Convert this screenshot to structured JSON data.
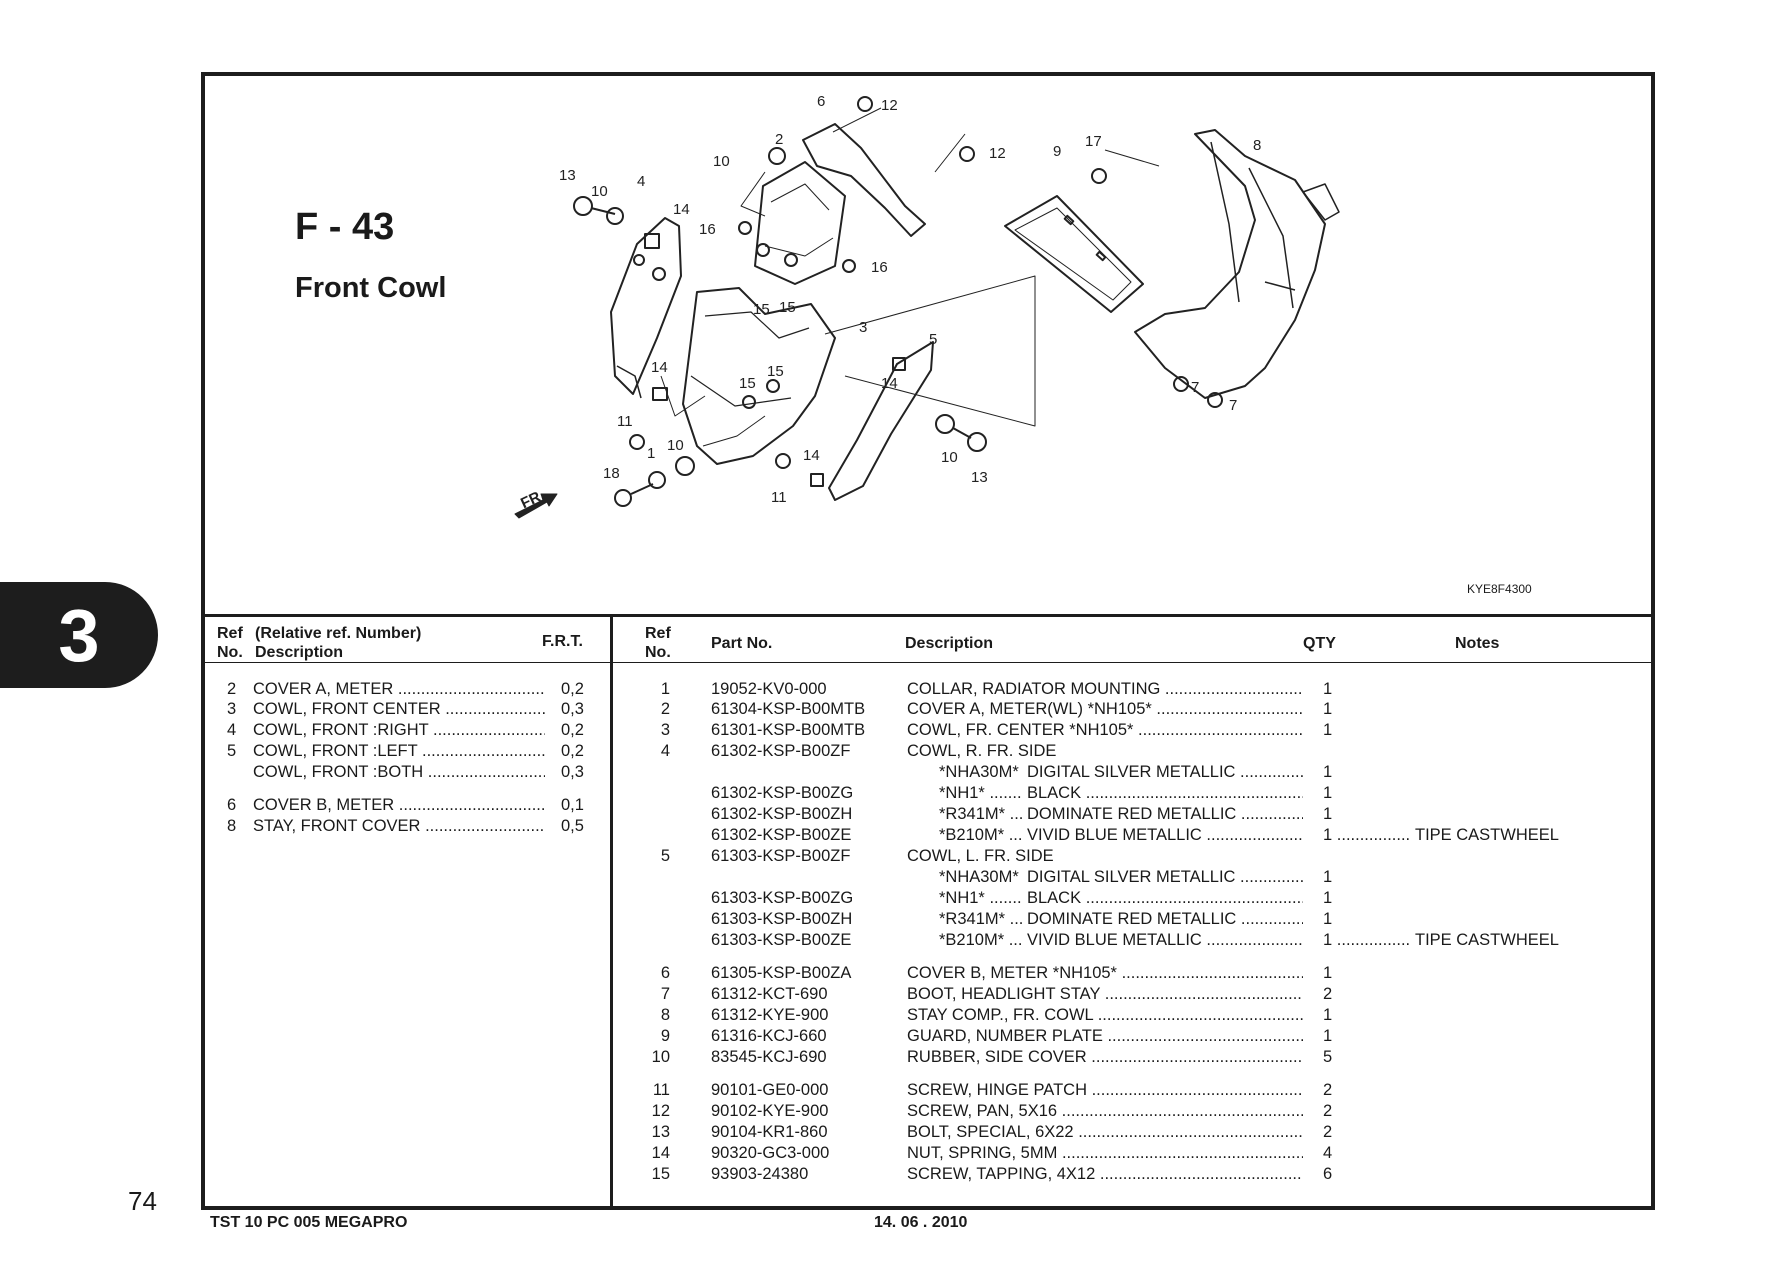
{
  "section_tab": "3",
  "page_number": "74",
  "figure": {
    "code": "F - 43",
    "title": "Front Cowl",
    "diagram_ref": "KYE8F4300",
    "front_arrow_label": "FR.",
    "callouts": [
      "6",
      "12",
      "2",
      "10",
      "12",
      "9",
      "17",
      "8",
      "13",
      "10",
      "4",
      "14",
      "16",
      "16",
      "15",
      "15",
      "3",
      "5",
      "14",
      "14",
      "15",
      "15",
      "7",
      "7",
      "11",
      "10",
      "1",
      "18",
      "14",
      "11",
      "10",
      "13"
    ]
  },
  "left_table": {
    "header": {
      "ref_line1": "Ref",
      "ref_line2": "No.",
      "desc_line1": "(Relative ref. Number)",
      "desc_line2": "Description",
      "frt": "F.R.T."
    },
    "rows": [
      {
        "ref": "2",
        "description": "COVER A, METER",
        "frt": "0,2"
      },
      {
        "ref": "3",
        "description": "COWL, FRONT CENTER",
        "frt": "0,3"
      },
      {
        "ref": "4",
        "description": "COWL, FRONT :RIGHT",
        "frt": "0,2"
      },
      {
        "ref": "5",
        "description": "COWL, FRONT :LEFT",
        "frt": "0,2"
      },
      {
        "ref": "",
        "description": "COWL, FRONT :BOTH",
        "frt": "0,3"
      },
      {
        "ref": "6",
        "description": "COVER B, METER",
        "frt": "0,1"
      },
      {
        "ref": "8",
        "description": "STAY, FRONT COVER",
        "frt": "0,5"
      }
    ]
  },
  "right_table": {
    "header": {
      "ref_line1": "Ref",
      "ref_line2": "No.",
      "part_no": "Part No.",
      "description": "Description",
      "qty": "QTY",
      "notes": "Notes"
    },
    "rows": [
      {
        "ref": "1",
        "part_no": "19052-KV0-000",
        "description": "COLLAR, RADIATOR MOUNTING",
        "qty": "1",
        "notes": ""
      },
      {
        "ref": "2",
        "part_no": "61304-KSP-B00MTB",
        "description": "COVER  A, METER(WL) *NH105*",
        "qty": "1",
        "notes": ""
      },
      {
        "ref": "3",
        "part_no": "61301-KSP-B00MTB",
        "description": "COWL, FR. CENTER *NH105*",
        "qty": "1",
        "notes": ""
      },
      {
        "ref": "4",
        "part_no": "61302-KSP-B00ZF",
        "description": "COWL, R. FR. SIDE",
        "qty": "",
        "notes": ""
      },
      {
        "ref": "",
        "part_no": "",
        "color_code": "*NHA30M*",
        "description": "DIGITAL SILVER METALLIC",
        "qty": "1",
        "notes": ""
      },
      {
        "ref": "",
        "part_no": "61302-KSP-B00ZG",
        "color_code": "*NH1*",
        "description": "BLACK",
        "qty": "1",
        "notes": ""
      },
      {
        "ref": "",
        "part_no": "61302-KSP-B00ZH",
        "color_code": "*R341M*",
        "description": "DOMINATE RED METALLIC",
        "qty": "1",
        "notes": ""
      },
      {
        "ref": "",
        "part_no": "61302-KSP-B00ZE",
        "color_code": "*B210M*",
        "description": "VIVID BLUE METALLIC",
        "qty": "1",
        "notes": "TIPE CASTWHEEL"
      },
      {
        "ref": "5",
        "part_no": "61303-KSP-B00ZF",
        "description": "COWL, L. FR. SIDE",
        "qty": "",
        "notes": ""
      },
      {
        "ref": "",
        "part_no": "",
        "color_code": "*NHA30M*",
        "description": "DIGITAL SILVER METALLIC",
        "qty": "1",
        "notes": ""
      },
      {
        "ref": "",
        "part_no": "61303-KSP-B00ZG",
        "color_code": "*NH1*",
        "description": "BLACK",
        "qty": "1",
        "notes": ""
      },
      {
        "ref": "",
        "part_no": "61303-KSP-B00ZH",
        "color_code": "*R341M*",
        "description": "DOMINATE RED METALLIC",
        "qty": "1",
        "notes": ""
      },
      {
        "ref": "",
        "part_no": "61303-KSP-B00ZE",
        "color_code": "*B210M*",
        "description": "VIVID BLUE METALLIC",
        "qty": "1",
        "notes": "TIPE CASTWHEEL"
      },
      {
        "ref": "6",
        "part_no": "61305-KSP-B00ZA",
        "description": "COVER B, METER *NH105*",
        "qty": "1",
        "notes": ""
      },
      {
        "ref": "7",
        "part_no": "61312-KCT-690",
        "description": "BOOT, HEADLIGHT STAY",
        "qty": "2",
        "notes": ""
      },
      {
        "ref": "8",
        "part_no": "61312-KYE-900",
        "description": "STAY COMP., FR. COWL",
        "qty": "1",
        "notes": ""
      },
      {
        "ref": "9",
        "part_no": "61316-KCJ-660",
        "description": "GUARD, NUMBER PLATE",
        "qty": "1",
        "notes": ""
      },
      {
        "ref": "10",
        "part_no": "83545-KCJ-690",
        "description": "RUBBER, SIDE COVER",
        "qty": "5",
        "notes": ""
      },
      {
        "ref": "11",
        "part_no": "90101-GE0-000",
        "description": "SCREW, HINGE PATCH",
        "qty": "2",
        "notes": ""
      },
      {
        "ref": "12",
        "part_no": "90102-KYE-900",
        "description": "SCREW, PAN, 5X16",
        "qty": "2",
        "notes": ""
      },
      {
        "ref": "13",
        "part_no": "90104-KR1-860",
        "description": "BOLT, SPECIAL, 6X22",
        "qty": "2",
        "notes": ""
      },
      {
        "ref": "14",
        "part_no": "90320-GC3-000",
        "description": "NUT, SPRING, 5MM",
        "qty": "4",
        "notes": ""
      },
      {
        "ref": "15",
        "part_no": "93903-24380",
        "description": "SCREW, TAPPING, 4X12",
        "qty": "6",
        "notes": ""
      }
    ]
  },
  "footer": {
    "model_code": "TST 10 PC 005 MEGAPRO",
    "date": "14. 06 . 2010"
  }
}
